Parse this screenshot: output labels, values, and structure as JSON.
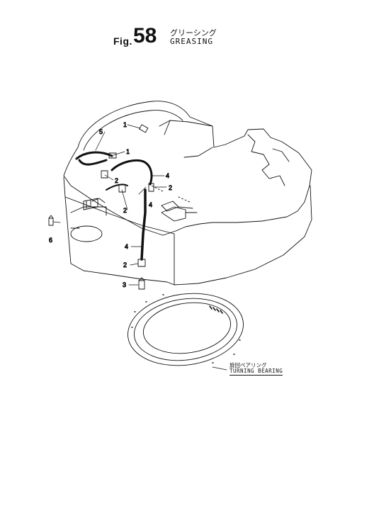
{
  "header": {
    "fig_prefix": "Fig.",
    "fig_number": "58",
    "title_ja": "グリーシング",
    "title_en": "GREASING"
  },
  "callouts": [
    {
      "id": "c1a",
      "label": "1"
    },
    {
      "id": "c1b",
      "label": "1"
    },
    {
      "id": "c5",
      "label": "5"
    },
    {
      "id": "c2a",
      "label": "2"
    },
    {
      "id": "c2b",
      "label": "2"
    },
    {
      "id": "c2c",
      "label": "2"
    },
    {
      "id": "c4a",
      "label": "4"
    },
    {
      "id": "c4b",
      "label": "4"
    },
    {
      "id": "c4c",
      "label": "4"
    },
    {
      "id": "c6",
      "label": "6"
    },
    {
      "id": "c2d",
      "label": "2"
    },
    {
      "id": "c3",
      "label": "3"
    }
  ],
  "caption": {
    "ja": "旋回ベアリング",
    "en": "TURNING BEARING"
  }
}
